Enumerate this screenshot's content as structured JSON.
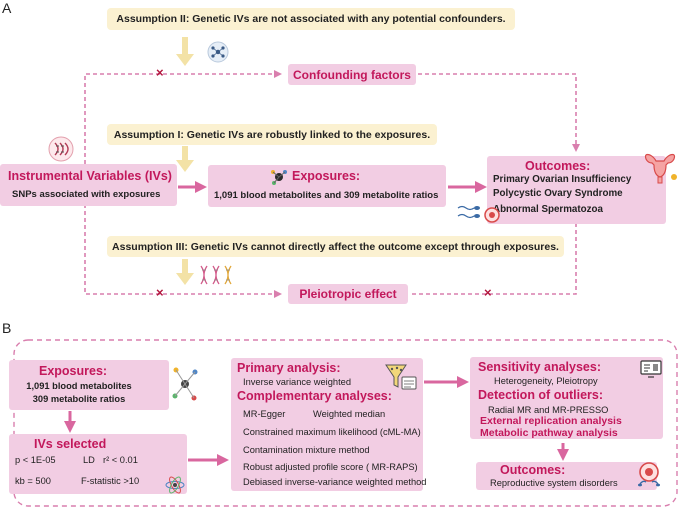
{
  "panel_a": {
    "letter": "A",
    "assumption2": "Assumption II: Genetic IVs are not associated with any potential confounders.",
    "assumption1": "Assumption I: Genetic IVs are robustly linked to the exposures.",
    "assumption3": "Assumption III: Genetic IVs cannot directly affect the outcome except through exposures.",
    "confounding": "Confounding factors",
    "pleiotropic": "Pleiotropic effect",
    "ivs_title": "Instrumental Variables (IVs)",
    "ivs_sub": "SNPs associated with exposures",
    "exposures_title": "Exposures:",
    "exposures_sub": "1,091 blood metabolites and 309 metabolite ratios",
    "outcomes_title": "Outcomes:",
    "outcomes": [
      "Primary Ovarian Insufficiency",
      "Polycystic Ovary Syndrome",
      "Abnormal Spermatozoa"
    ],
    "cross_mark": "×"
  },
  "panel_b": {
    "letter": "B",
    "exposures_title": "Exposures:",
    "exposures_lines": [
      "1,091 blood metabolites",
      "309 metabolite ratios"
    ],
    "ivs_title": "IVs selected",
    "ivs_p": "p < 1E-05",
    "ivs_ld": "LD",
    "ivs_r2": "r² < 0.01",
    "ivs_kb": "kb = 500",
    "ivs_f": "F-statistic >10",
    "primary_title": "Primary analysis:",
    "primary_sub": "Inverse variance weighted",
    "comp_title": "Complementary analyses:",
    "comp_items": [
      "MR-Egger",
      "Weighted median",
      "Constrained maximum likelihood (cML-MA)",
      "Contamination mixture method",
      "Robust adjusted profile score ( MR-RAPS)",
      "Debiased inverse-variance weighted method"
    ],
    "sens_title": "Sensitivity analyses:",
    "sens_sub": "Heterogeneity, Pleiotropy",
    "detect_title": "Detection of outliers:",
    "detect_sub": "Radial MR and MR-PRESSO",
    "ext": "External replication analysis",
    "metab": "Metabolic pathway analysis",
    "outcomes_title": "Outcomes:",
    "outcomes_sub": "Reproductive system disorders"
  },
  "colors": {
    "pink_box": "#f2cde3",
    "assumption_box": "#fbf1d1",
    "arrow_pink": "#d9679f",
    "dashed_pink": "#d97fae",
    "title_red": "#c2185b",
    "cross_red": "#b22222",
    "arrow_yellow": "#f3e2a6"
  },
  "icons": [
    "network-icon",
    "dna-icon",
    "dna-helix-icon",
    "female-reproductive-icon",
    "sperm-icon",
    "molecule-icon",
    "funnel-data-icon",
    "monitor-icon",
    "target-icon"
  ]
}
